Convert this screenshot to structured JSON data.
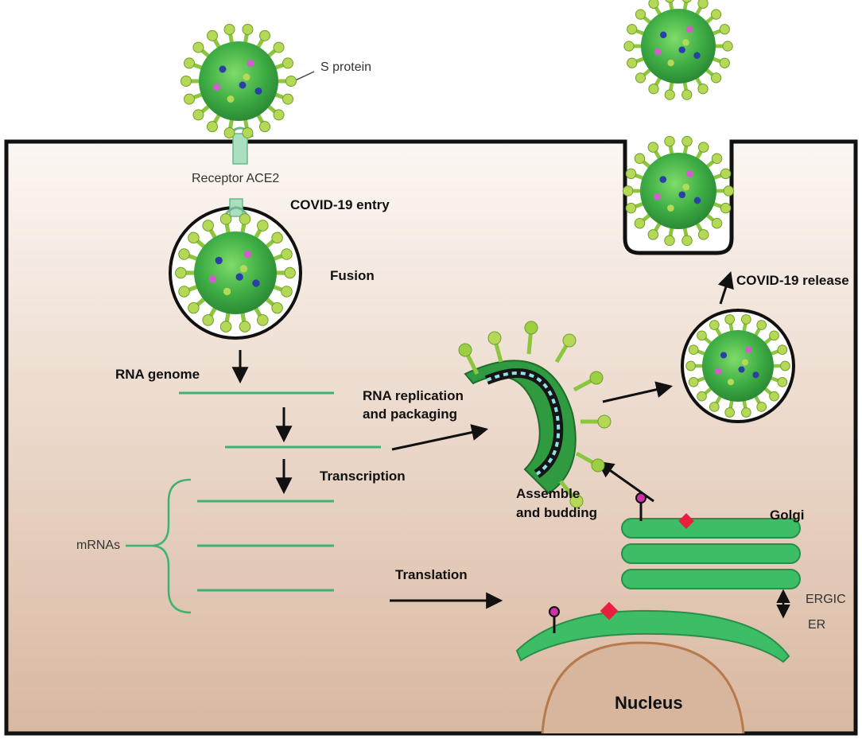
{
  "colors": {
    "cell_gradient_top": "#fcf7f3",
    "cell_gradient_bottom": "#dcbca5",
    "virus_green": "#4fb549",
    "spike_green": "#9ccf42",
    "strand_green": "#3cb371",
    "organelle_green": "#3dbd66",
    "nucleus_outline": "#b77a4b",
    "glycan_marker": "#cc33aa",
    "protein_marker": "#e8203f"
  },
  "labels": {
    "s_protein": "S protein",
    "receptor": "Receptor ACE2",
    "entry": "COVID-19 entry",
    "fusion": "Fusion",
    "rna_genome": "RNA genome",
    "replication_line1": "RNA replication",
    "replication_line2": "and packaging",
    "transcription": "Transcription",
    "mrnas": "mRNAs",
    "translation": "Translation",
    "assemble_line1": "Assemble",
    "assemble_line2": "and budding",
    "golgi": "Golgi",
    "ergic": "ERGIC",
    "er": "ER",
    "nucleus": "Nucleus",
    "release": "COVID-19 release"
  }
}
